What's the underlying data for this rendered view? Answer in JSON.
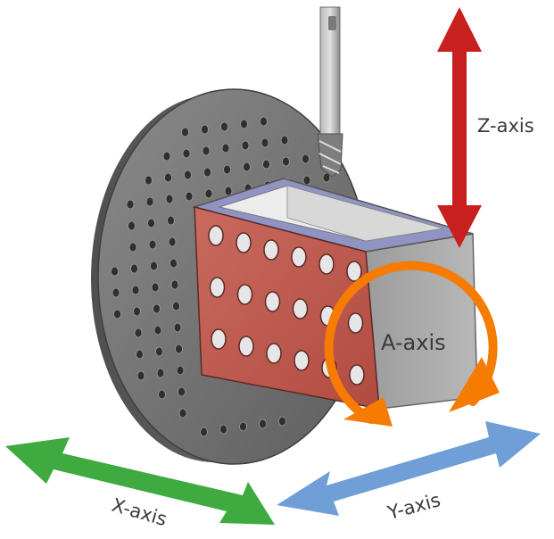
{
  "labels": {
    "z_axis": "Z-axis",
    "a_axis": "A-axis",
    "x_axis": "X-axis",
    "y_axis": "Y-axis"
  },
  "colors": {
    "z_axis": "#c8201e",
    "a_axis": "#f57c00",
    "x_axis": "#3faa3f",
    "y_axis": "#6f9fd6",
    "fixture_red": "#c0584d",
    "fixture_grey": "#a7a7a7",
    "faceplate": "#707070",
    "tool": "#9a9a9a"
  }
}
